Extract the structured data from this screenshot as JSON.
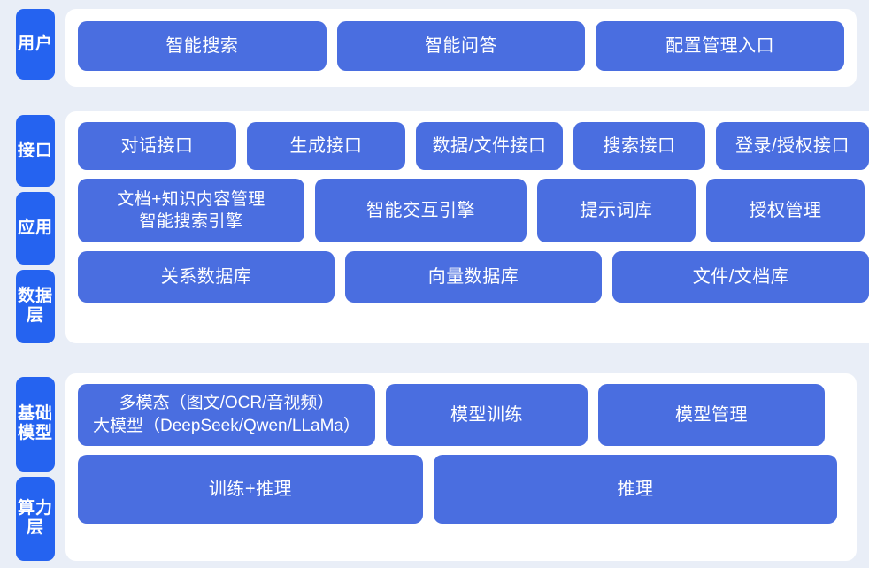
{
  "layers": {
    "user": {
      "tag": "用户",
      "boxes": [
        "智能搜索",
        "智能问答",
        "配置管理入口"
      ]
    },
    "interface": {
      "tag": "接口",
      "boxes": [
        "对话接口",
        "生成接口",
        "数据/文件接口",
        "搜索接口",
        "登录/授权接口"
      ]
    },
    "application": {
      "tag": "应用",
      "boxes": [
        "文档+知识内容管理\n智能搜索引擎",
        "智能交互引擎",
        "提示词库",
        "授权管理"
      ]
    },
    "data": {
      "tag": "数据层",
      "boxes": [
        "关系数据库",
        "向量数据库",
        "文件/文档库"
      ]
    },
    "foundation": {
      "tag": "基础模型",
      "boxes": [
        "多模态（图文/OCR/音视频）\n大模型（DeepSeek/Qwen/LLaMa）",
        "模型训练",
        "模型管理"
      ]
    },
    "compute": {
      "tag": "算力层",
      "boxes": [
        "训练+推理",
        "推理"
      ]
    }
  },
  "colors": {
    "page_background": "#e9eef7",
    "panel_background": "#ffffff",
    "tag_blue": "#2563f0",
    "box_blue": "#4a6ee0",
    "text_white": "#ffffff"
  }
}
